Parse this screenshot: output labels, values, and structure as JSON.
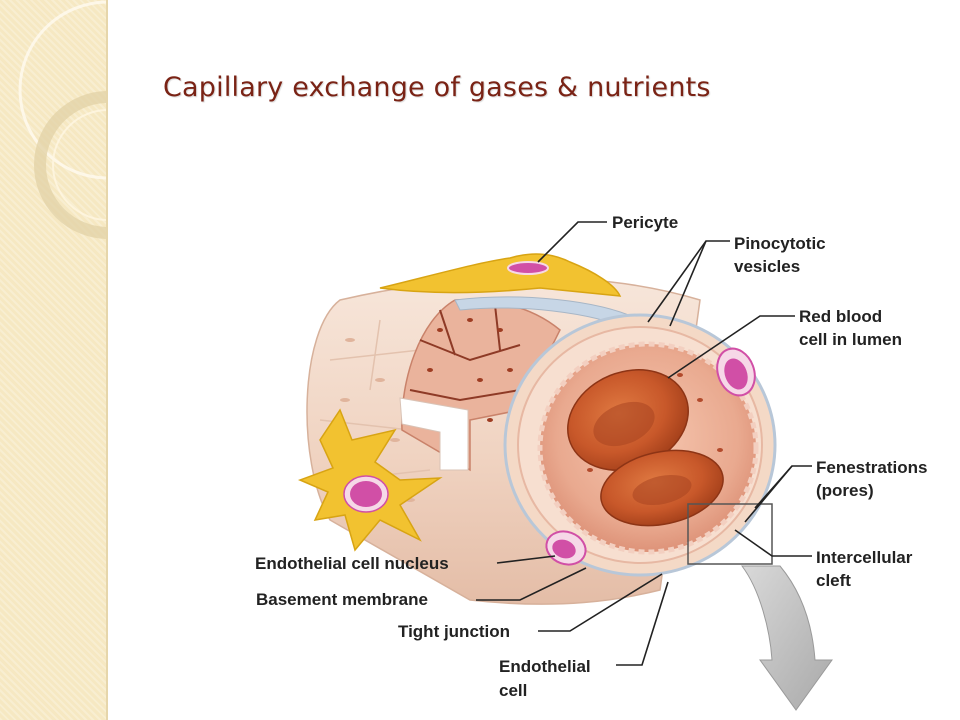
{
  "slide": {
    "title": "Capillary exchange of gases & nutrients"
  },
  "diagram": {
    "labels": {
      "pericyte": "Pericyte",
      "pinocytotic_1": "Pinocytotic",
      "pinocytotic_2": "vesicles",
      "rbc_1": "Red blood",
      "rbc_2": "cell in lumen",
      "fenestrations_1": "Fenestrations",
      "fenestrations_2": "(pores)",
      "intercellular_1": "Intercellular",
      "intercellular_2": "cleft",
      "endo_nucleus": "Endothelial cell nucleus",
      "basement": "Basement membrane",
      "tight": "Tight junction",
      "endo_cell_1": "Endothelial",
      "endo_cell_2": "cell"
    },
    "colors": {
      "title": "#7a2315",
      "band": "#f6e8c2",
      "vessel_outer": "#f2d6c4",
      "vessel_inner": "#e9a98f",
      "rbc": "#c8582a",
      "pericyte": "#f2c230",
      "nucleus": "#d14fa6"
    }
  }
}
